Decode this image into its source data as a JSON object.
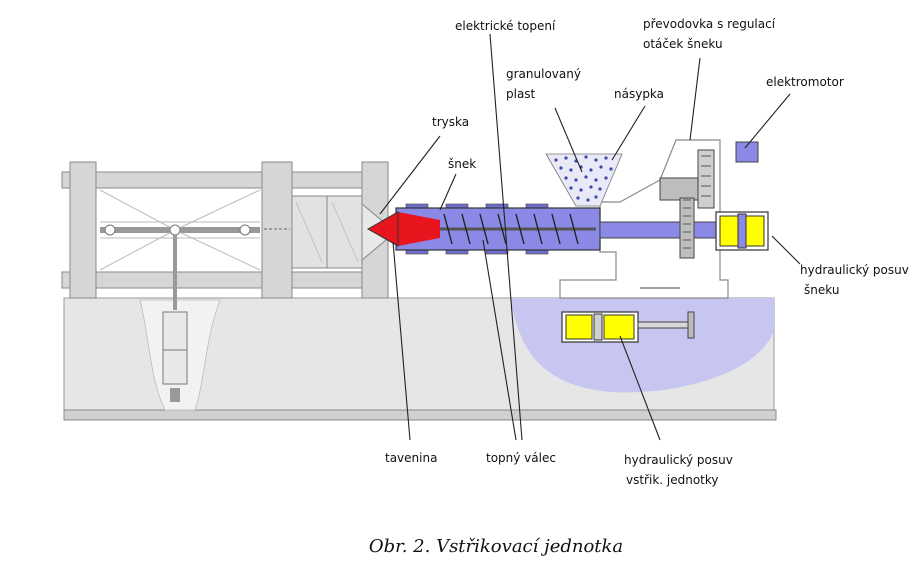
{
  "labels": {
    "heating": "elektrické topení",
    "gearbox_line1": "převodovka s regulací",
    "gearbox_line2": "otáček šneku",
    "granules_line1": "granulovaný",
    "granules_line2": "plast",
    "hopper": "násypka",
    "motor": "elektromotor",
    "nozzle": "tryska",
    "screw": "šnek",
    "screw_drive_line1": "hydraulický posuv",
    "screw_drive_line2": "šneku",
    "melt": "tavenina",
    "barrel": "topný válec",
    "unit_drive_line1": "hydraulický posuv",
    "unit_drive_line2": "vstřik. jednotky"
  },
  "caption": "Obr. 2. Vstřikovací jednotka",
  "colors": {
    "frame": "#d6d6d6",
    "frame_dark": "#9a9a9a",
    "screw": "#8a8ae6",
    "melt": "#e8141e",
    "hydraulic": "#ffff00",
    "base_blue": "#c6c6f0",
    "granules": "#3a4aa8"
  }
}
